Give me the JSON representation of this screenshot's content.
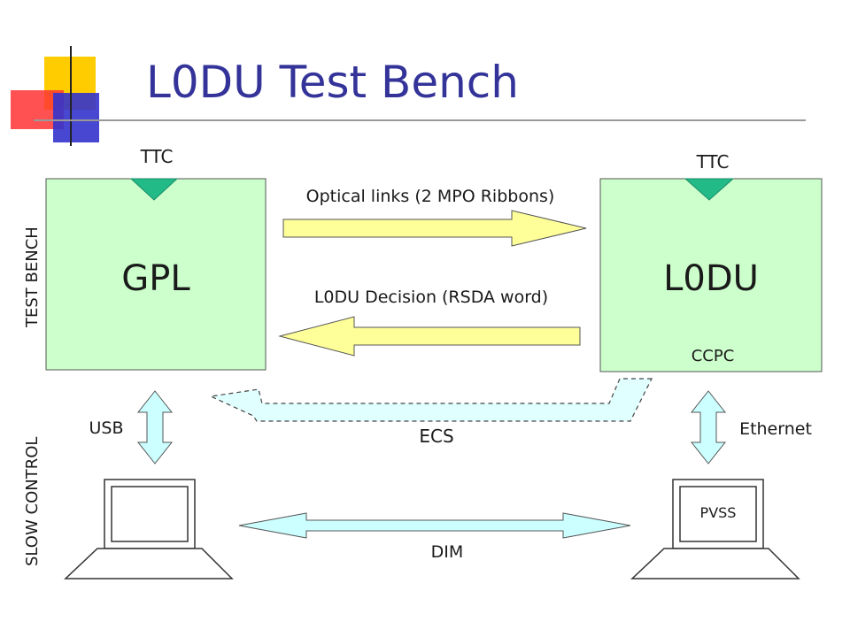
{
  "slide": {
    "title": "L0DU Test Bench"
  },
  "side_labels": {
    "test_bench": "TEST BENCH",
    "slow_control": "SLOW CONTROL"
  },
  "boxes": {
    "gpl": {
      "label": "GPL",
      "ttc": "TTC"
    },
    "l0du": {
      "label": "L0DU",
      "ttc": "TTC",
      "ccpc": "CCPC"
    }
  },
  "links": {
    "optical": "Optical links (2 MPO Ribbons)",
    "decision": "L0DU Decision (RSDA word)",
    "ecs": "ECS",
    "usb": "USB",
    "ethernet": "Ethernet",
    "dim": "DIM"
  },
  "computers": {
    "right_screen": "PVSS"
  },
  "colors": {
    "box_fill": "#ccffcc",
    "ttc_fill": "#22bb88",
    "arrow_yellow": "#ffff99",
    "arrow_cyan": "#ccffff",
    "title": "#333399",
    "deco_yellow": "#ffcc00",
    "deco_red": "#ff3333",
    "deco_blue": "#3333cc"
  }
}
